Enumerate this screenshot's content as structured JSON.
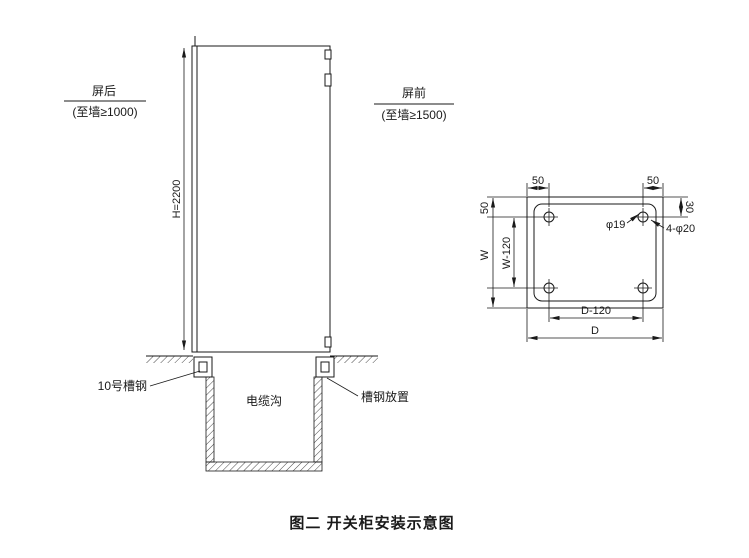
{
  "caption": {
    "title": "图二 开关柜安装示意图"
  },
  "colors": {
    "line": "#1a1a1a",
    "background": "#ffffff"
  },
  "elevation": {
    "rear_label": "屏后",
    "rear_note": "(至墙≥1000)",
    "front_label": "屏前",
    "front_note": "(至墙≥1500)",
    "height_dim": "H=2200",
    "channel_steel_label": "10号槽钢",
    "cable_trench_label": "电缆沟",
    "channel_placement_label": "槽钢放置"
  },
  "plan": {
    "dim_top_left": "50",
    "dim_top_right": "50",
    "dim_left_top": "50",
    "dim_right_top": "30",
    "dim_width": "W",
    "dim_width_inner": "W-120",
    "dim_depth_inner": "D-120",
    "dim_depth": "D",
    "hole_diameter_label": "φ19",
    "holes_count_label": "4-φ20"
  }
}
